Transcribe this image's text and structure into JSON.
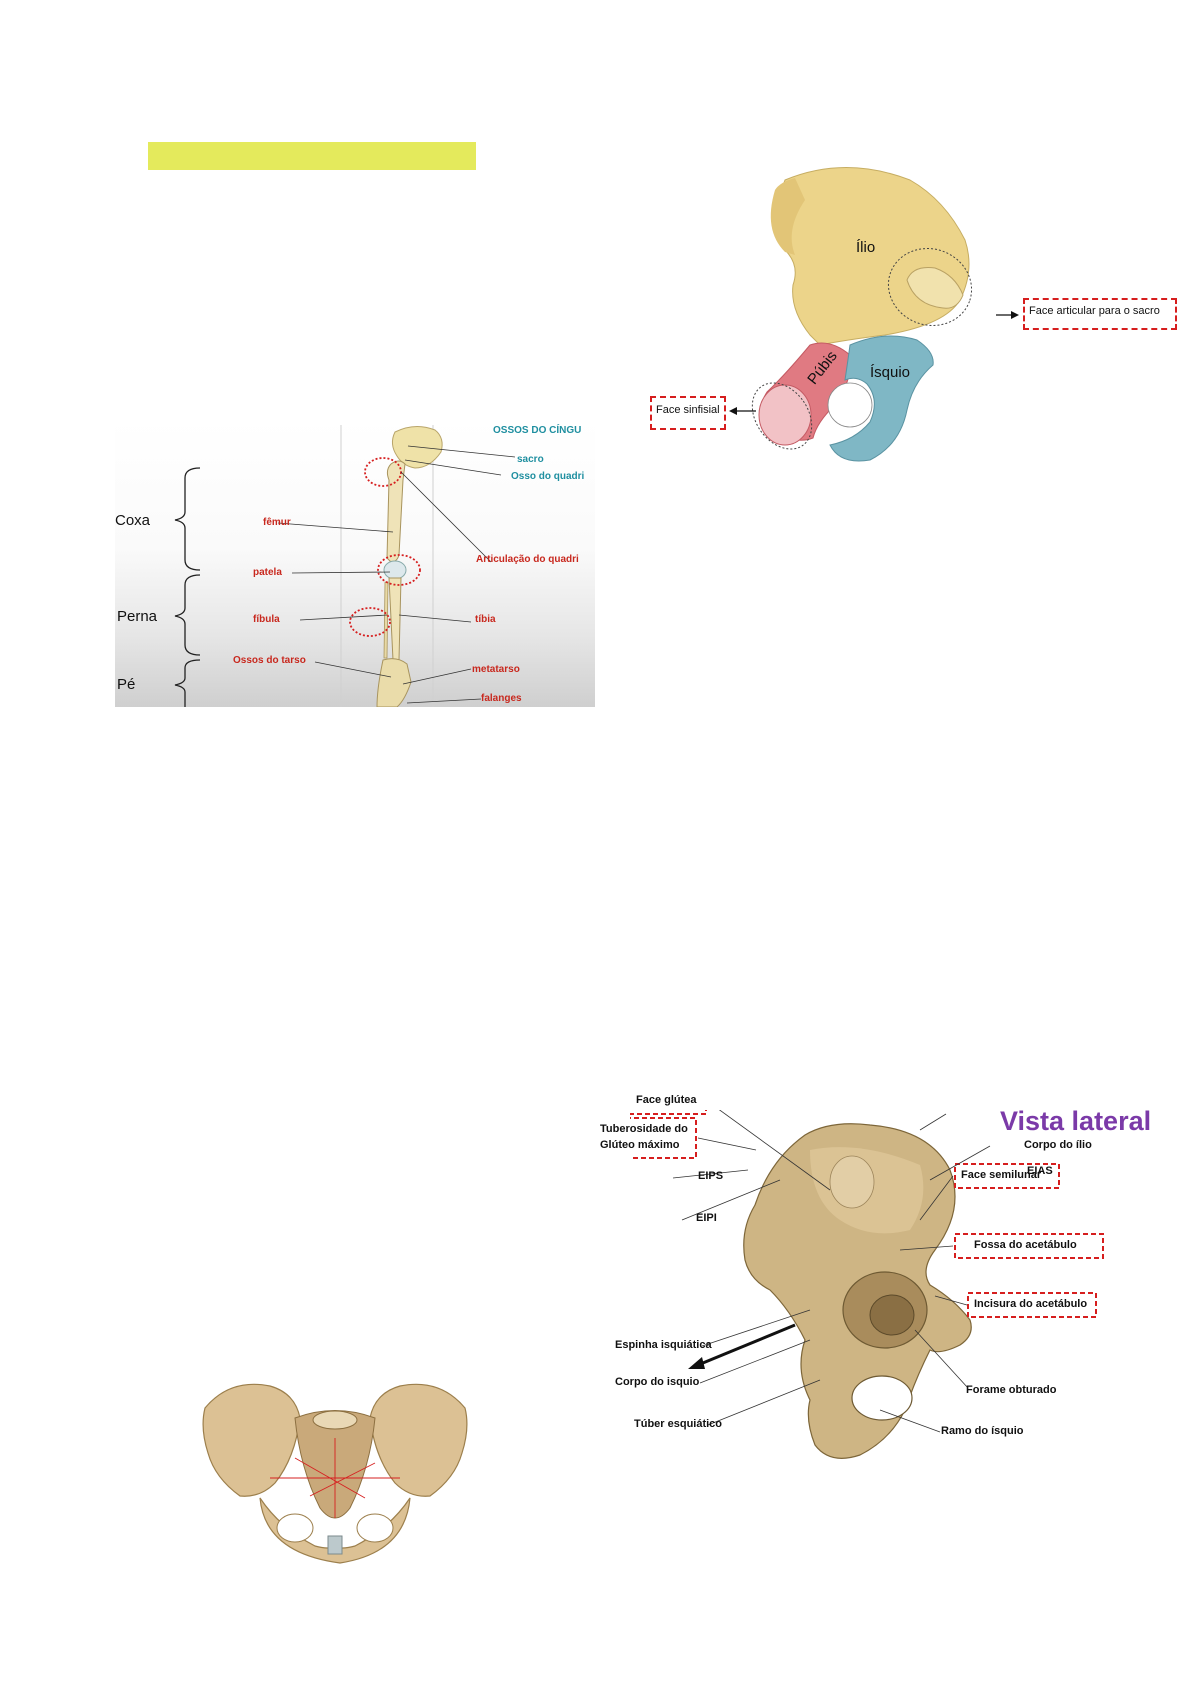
{
  "page": {
    "highlight_color": "#e4ea5c"
  },
  "lower_limb": {
    "header": "OSSOS DO CÍNGU",
    "regions": [
      "Coxa",
      "Perna",
      "Pé"
    ],
    "teal_labels": [
      "sacro",
      "Osso do quadri"
    ],
    "red_labels": [
      "fêmur",
      "Articulação do quadri",
      "patela",
      "fíbula",
      "tíbia",
      "Ossos do tarso",
      "metatarso",
      "falanges"
    ]
  },
  "hip_bone": {
    "labels": {
      "ilio": "Ílio",
      "pubis": "Púbis",
      "isquio": "Ísquio"
    },
    "callouts": {
      "sacral": "Face articular para o sacro",
      "sinfisial": "Face sinfisial"
    }
  },
  "lateral_view": {
    "title": "Vista lateral",
    "boxed_labels": [
      "Face glútea",
      "Tuberosidade do",
      "Glúteo máximo",
      "Face semilunar",
      "Fossa do acetábulo",
      "Incisura do acetábulo"
    ],
    "labels": [
      "EIAS",
      "Corpo do ílio",
      "EIPS",
      "EIPI",
      "Espinha isquiática",
      "Corpo do isquio",
      "Túber esquiático",
      "Forame obturado",
      "Ramo do ísquio"
    ]
  }
}
